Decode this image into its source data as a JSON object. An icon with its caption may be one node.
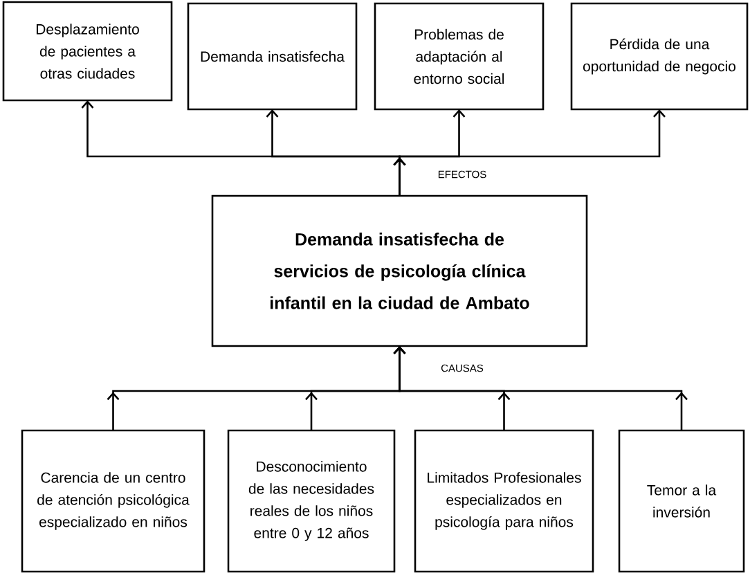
{
  "diagram": {
    "nodes": [
      {
        "text": [
          "Desplazamiento de pacientes a otras ciudades"
        ]
      },
      {
        "text": [
          "Demanda insatisfecha"
        ]
      },
      {
        "text": [
          "Problemas de adaptación  al entorno social"
        ]
      },
      {
        "text": [
          "Pérdida de una oportunidad de negocio"
        ]
      },
      {
        "text": [
          "Demanda insatisfecha de servicios de psicología clínica infantil en la ciudad de Ambato"
        ]
      },
      {
        "text": [
          "Carencia de un centro de atención psicológica especializado en niños"
        ]
      },
      {
        "text": [
          "Desconocimiento de las necesidades reales  de los niños entre 0 y 12 años"
        ]
      },
      {
        "text": [
          "Limitados Profesionales especializados en psicología para niños"
        ]
      },
      {
        "text": [
          "Temor a la inversión"
        ]
      }
    ],
    "edges": [
      {
        "from": 4,
        "to": 0,
        "arrow": "to"
      },
      {
        "from": 4,
        "to": 1,
        "arrow": "to"
      },
      {
        "from": 4,
        "to": 2,
        "arrow": "to"
      },
      {
        "from": 4,
        "to": 3,
        "arrow": "to"
      },
      {
        "from": 5,
        "to": 4,
        "arrow": "to"
      },
      {
        "from": 6,
        "to": 4,
        "arrow": "to"
      },
      {
        "from": 7,
        "to": 4,
        "arrow": "to"
      },
      {
        "from": 8,
        "to": 4,
        "arrow": "to"
      }
    ],
    "labels": [
      "EFECTOS",
      "CAUSAS"
    ]
  }
}
